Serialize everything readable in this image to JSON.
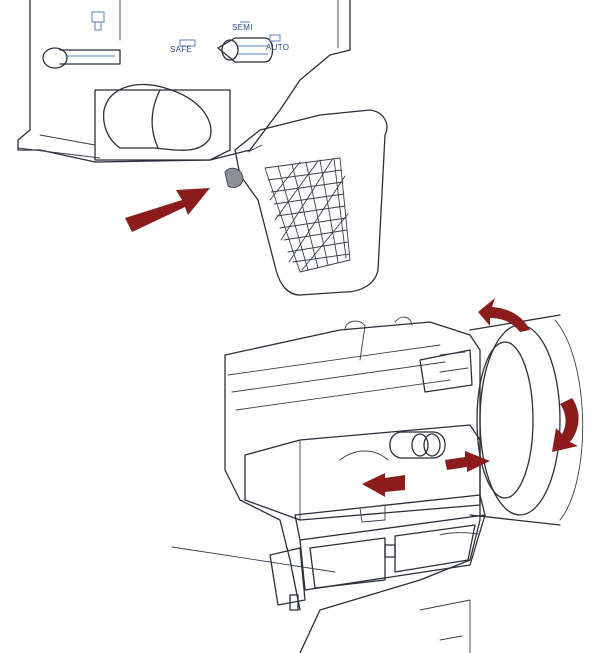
{
  "selector_labels": {
    "safe": "SAFE",
    "semi": "SEMI",
    "auto": "AUTO"
  },
  "colors": {
    "ink": "#2b2f38",
    "label_blue": "#2c4a8a",
    "arrow_red": "#8c1c1c",
    "background": "#ffffff"
  }
}
